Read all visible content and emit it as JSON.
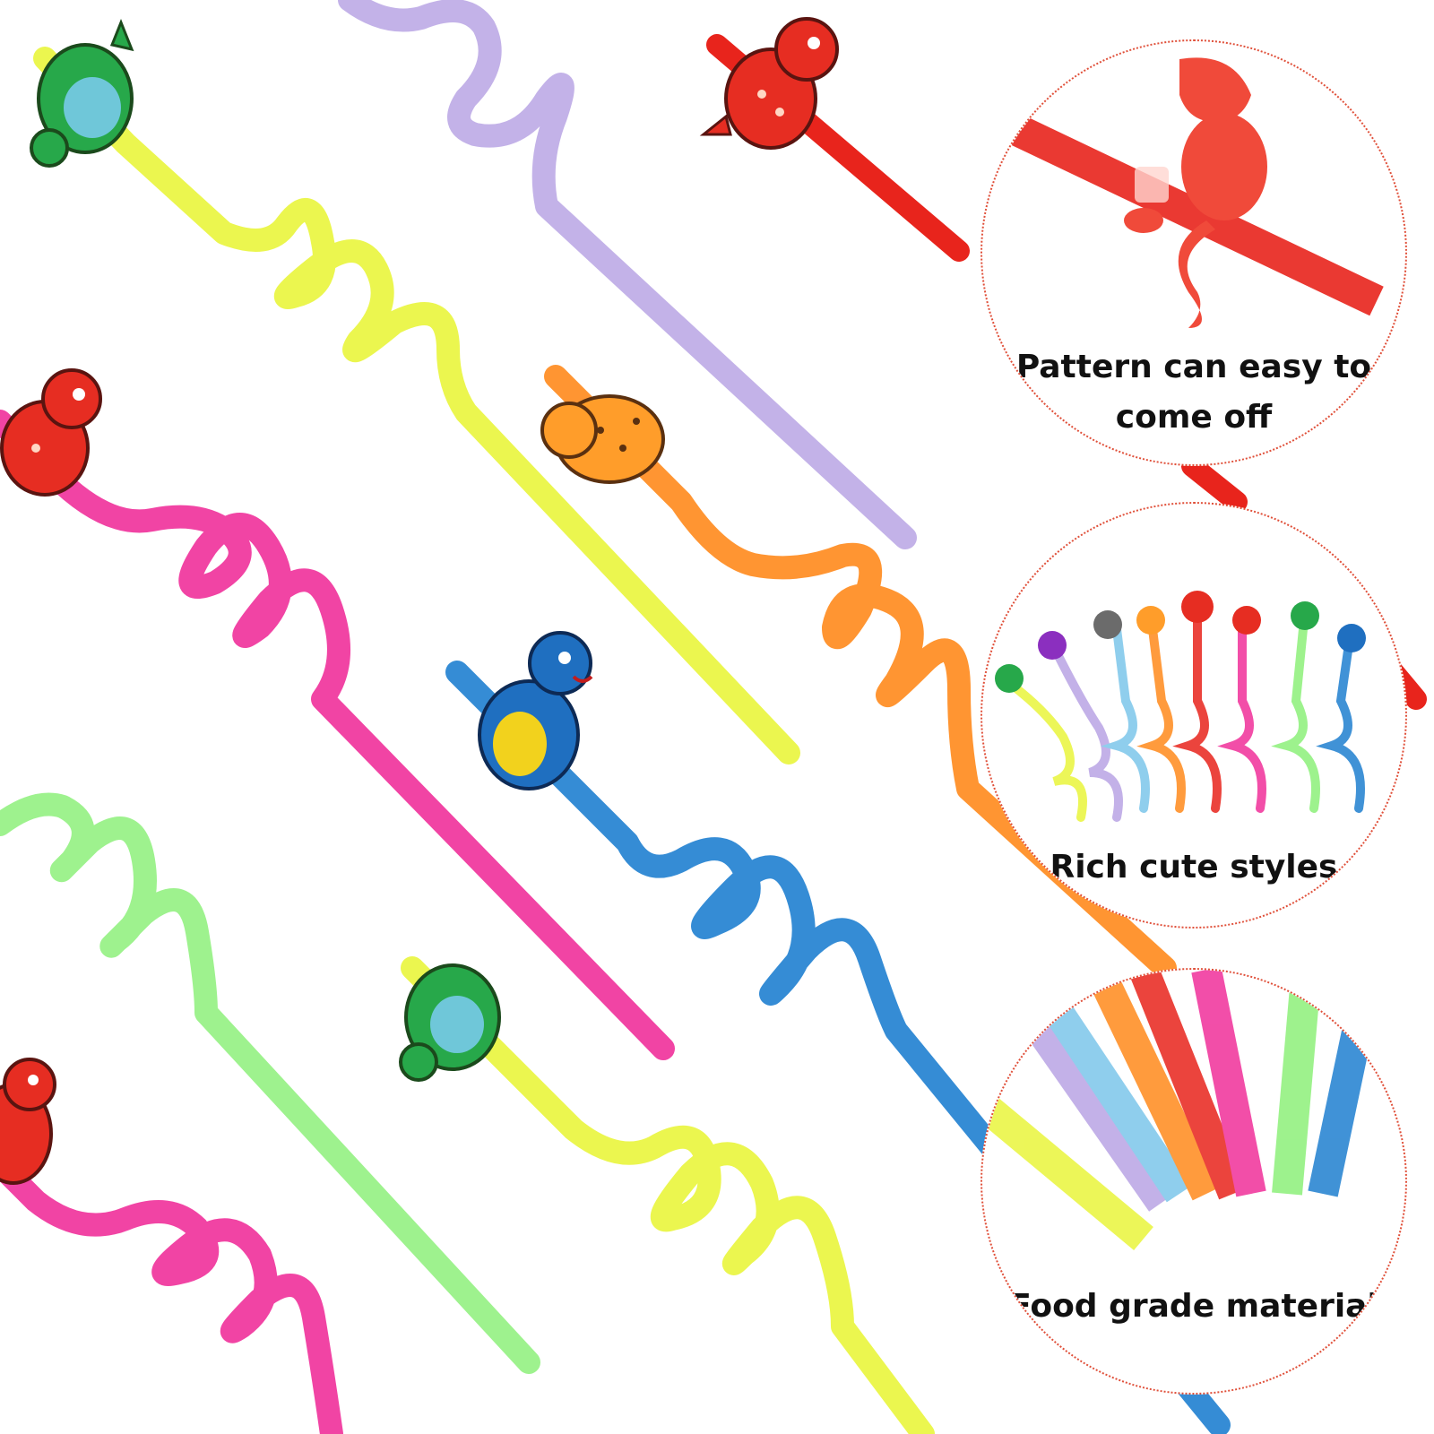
{
  "callouts": [
    {
      "caption": "Pattern can easy to come off"
    },
    {
      "caption": "Rich cute styles"
    },
    {
      "caption": "Food grade material"
    }
  ],
  "straw_colors": {
    "yellow": "#e9f53c",
    "purple": "#b9a4e4",
    "red": "#e8241c",
    "pink": "#f0309a",
    "orange": "#ff8a1c",
    "blue": "#1f7fd0",
    "green": "#8df07a",
    "light_blue": "#7cc6ea"
  },
  "accent_color": "#e0503a"
}
